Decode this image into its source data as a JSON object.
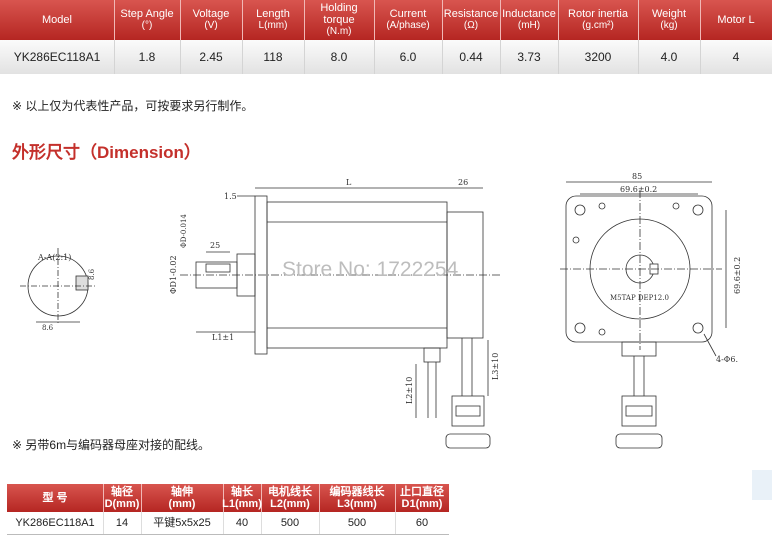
{
  "spec_table": {
    "headers": [
      {
        "label": "Model",
        "unit": ""
      },
      {
        "label": "Step Angle",
        "unit": "(°)"
      },
      {
        "label": "Voltage",
        "unit": "(V)"
      },
      {
        "label": "Length",
        "unit": "L(mm)"
      },
      {
        "label": "Holding torque",
        "unit": "(N.m)"
      },
      {
        "label": "Current",
        "unit": "(A/phase)"
      },
      {
        "label": "Resistance",
        "unit": "(Ω)"
      },
      {
        "label": "Inductance",
        "unit": "(mH)"
      },
      {
        "label": "Rotor inertia",
        "unit": "(g.cm²)"
      },
      {
        "label": "Weight",
        "unit": "(kg)"
      },
      {
        "label": "Motor L",
        "unit": ""
      }
    ],
    "row": [
      "YK286EC118A1",
      "1.8",
      "2.45",
      "118",
      "8.0",
      "6.0",
      "0.44",
      "3.73",
      "3200",
      "4.0",
      "4"
    ]
  },
  "note1": "※  以上仅为代表性产品，可按要求另行制作。",
  "section_title": "外形尺寸（Dimension）",
  "drawing_labels": {
    "section": "A-A(2:1)",
    "dim_15": "1.5",
    "dim_L": "L",
    "dim_26": "26",
    "dim_25": "25",
    "dim_L1": "L1±1",
    "dim_D1": "ΦD1-0.02",
    "dim_D": "ΦD-0.014",
    "dim_L2": "L2±10",
    "dim_L3": "L3±10",
    "dim_85": "85",
    "dim_696": "69.6±0.2",
    "dim_696v": "69.6±0.2",
    "thread": "M5TAP DEP12.0",
    "holes": "4-Φ6.",
    "key_w": "8.6",
    "key_h": "8.6"
  },
  "watermark": "Store No: 1722254",
  "note2": "※  另带6m与编码器母座对接的配线。",
  "bottom_table": {
    "headers": [
      {
        "label": "型 号",
        "unit": ""
      },
      {
        "label": "轴径",
        "unit": "D(mm)"
      },
      {
        "label": "轴伸",
        "unit": "(mm)"
      },
      {
        "label": "轴长",
        "unit": "L1(mm)"
      },
      {
        "label": "电机线长",
        "unit": "L2(mm)"
      },
      {
        "label": "编码器线长",
        "unit": "L3(mm)"
      },
      {
        "label": "止口直径",
        "unit": "D1(mm)"
      }
    ],
    "row": [
      "YK286EC118A1",
      "14",
      "平键5x5x25",
      "40",
      "500",
      "500",
      "60"
    ]
  }
}
